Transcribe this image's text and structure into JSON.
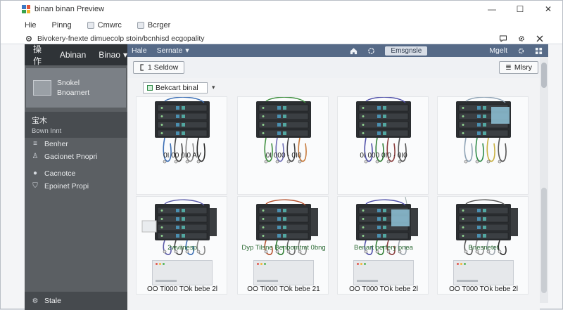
{
  "window": {
    "title": "binan binan Preview",
    "controls": {
      "minimize": "—",
      "maximize": "☐",
      "close": "✕"
    }
  },
  "menu": [
    "Hie",
    "Pinng",
    "Cmwrc",
    "Bcrger"
  ],
  "address": {
    "text": "Bivokery-fnexte dimuecolp stoin/bcnhisd ecgopality"
  },
  "sidebar": {
    "header": {
      "left": "操作",
      "middle": "Abinan",
      "right": "Binao"
    },
    "card": {
      "line1": "Snokel",
      "line2": "Bnoarnert"
    },
    "section": {
      "title": "宝木",
      "sub": "Bown Innt"
    },
    "items": [
      "Benher",
      "Gacionet Pnopri",
      "Cacnotce",
      "Epoinet Propi"
    ],
    "footer": "Stale"
  },
  "toolbar": {
    "left": "Hale",
    "dropdown": "Sernate",
    "button": "Emsgnsle",
    "right_label": "Mgelt"
  },
  "subbar": {
    "select_button": "1 Seldow",
    "more_button": "Mlsry"
  },
  "content": {
    "filter": "Bekcart binal",
    "cards": [
      {
        "caption": "0I  00  0I0  AV",
        "extra": ""
      },
      {
        "caption": "0I  000  ·  0I0",
        "extra": ""
      },
      {
        "caption": "0I  000  0I0  ·  0I0",
        "extra": ""
      },
      {
        "caption": "",
        "extra": ""
      },
      {
        "caption": "OO  Tl000  TOk bebe  2l",
        "extra": "2wviinesp"
      },
      {
        "caption": "OO  Tl000  TOk bebe  21",
        "extra": "Dyp Tilsne  Benbomtmt 0bng"
      },
      {
        "caption": "OO  T000  TOk bebe  2l",
        "extra": "Benart  perfery pnea"
      },
      {
        "caption": "OO  T000  TOk bebe  2l",
        "extra": "Bnesnetet"
      }
    ]
  }
}
